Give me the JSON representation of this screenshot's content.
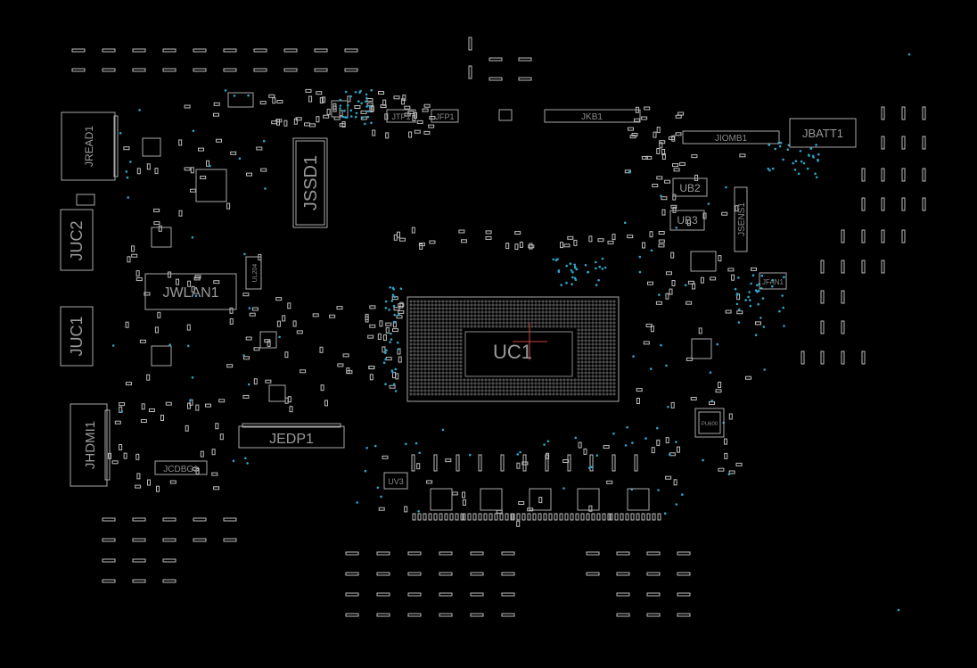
{
  "diagram": {
    "background": "#000000",
    "outline_color": "#b0b0b0",
    "label_color": "#9a9a9a",
    "via_color": "#2aa6c8",
    "marker_color": "#d04040"
  },
  "components": {
    "jread1": "JREAD1",
    "juc2": "JUC2",
    "juc1": "JUC1",
    "jhdmi1": "JHDMI1",
    "jwlan1": "JWLAN1",
    "jssd1": "JSSD1",
    "jedp1": "JEDP1",
    "jcdbg1": "JCDBG1",
    "jtp1": "JTP1",
    "jfp1": "JFP1",
    "jkb1": "JKB1",
    "jiomb1": "JIOMB1",
    "jbatt1": "JBATT1",
    "ub2": "UB2",
    "ub3": "UB3",
    "jsens1": "JSENS1",
    "jfan1": "JFAN1",
    "uc1": "UC1",
    "uv3": "UV3",
    "ul204": "UL204",
    "pu600": "PU600"
  }
}
